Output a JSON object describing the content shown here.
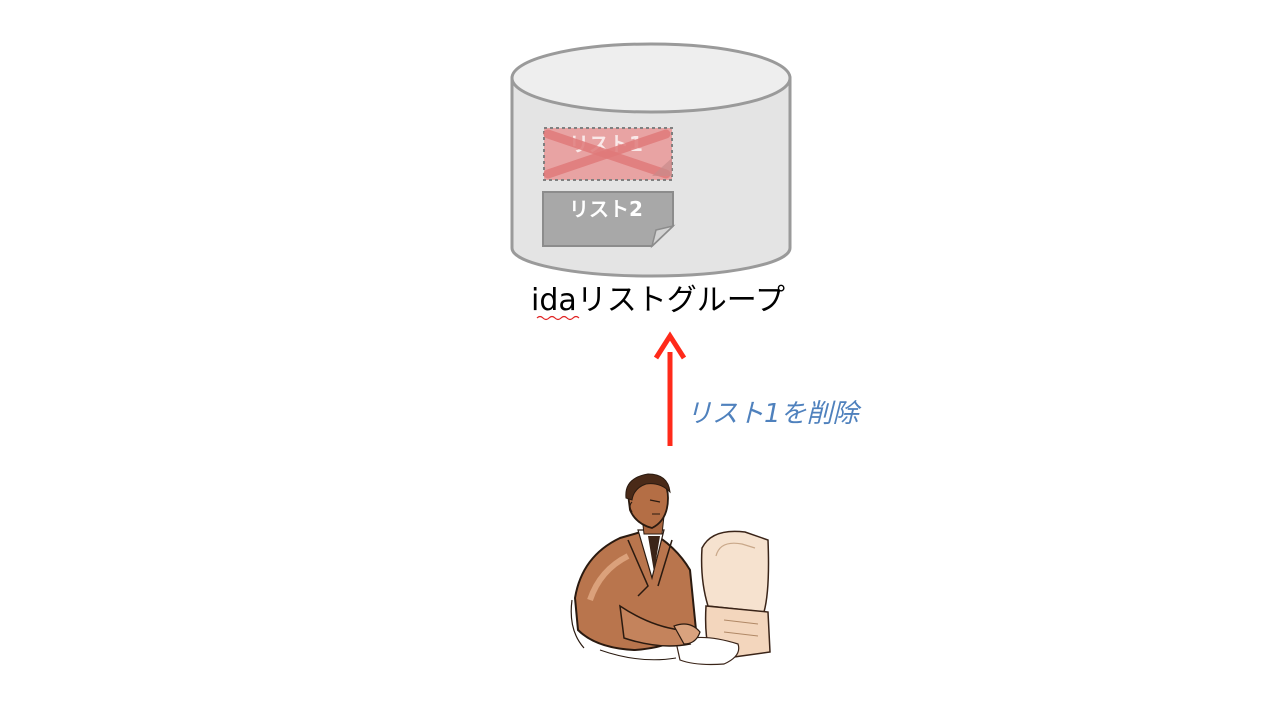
{
  "database": {
    "label": "idaリストグループ",
    "documents": [
      {
        "label": "リスト1",
        "status": "deleted"
      },
      {
        "label": "リスト2",
        "status": "active"
      }
    ]
  },
  "action": {
    "label": "リスト1を削除"
  },
  "colors": {
    "cylinder_fill": "#e4e4e4",
    "cylinder_top": "#eeeeee",
    "cylinder_stroke": "#9a9a9a",
    "document_fill": "#a8a8a8",
    "deleted_fill": "#e8a3a3",
    "deleted_cross": "#e07a7a",
    "arrow": "#ff2a1a",
    "action_text": "#4f81bd",
    "spellcheck": "#e02020"
  },
  "icons": {
    "user": "person-at-computer-icon",
    "deleted_marker": "cross-out-icon"
  }
}
